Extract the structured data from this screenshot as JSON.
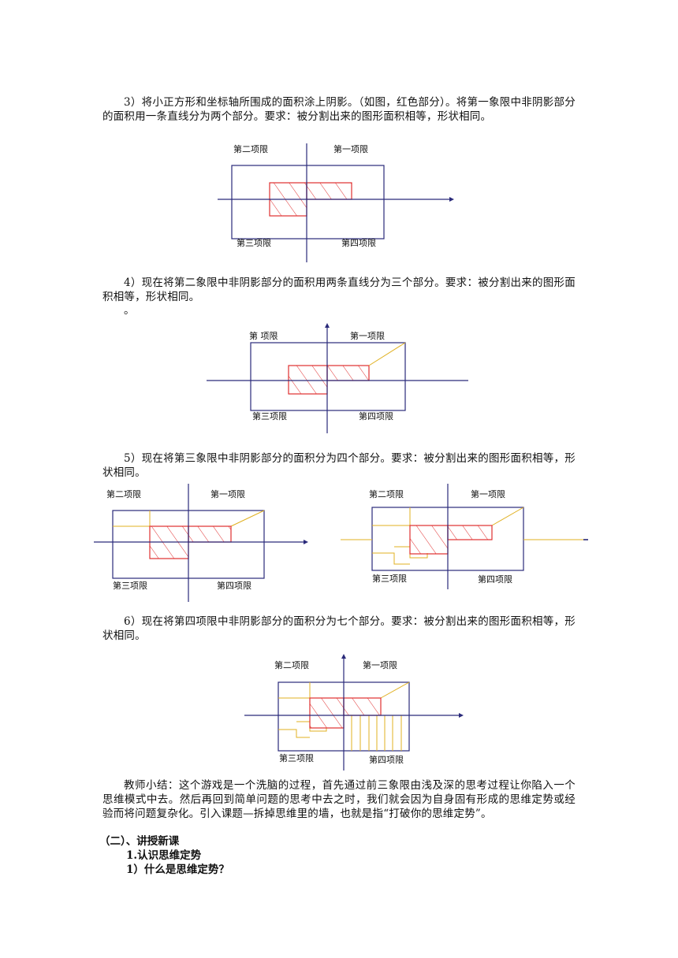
{
  "paragraphs": {
    "p3": "3）将小正方形和坐标轴所围成的面积涂上阴影。（如图，红色部分）。将第一象限中非阴影部分的面积用一条直线分为两个部分。要求：被分割出来的图形面积相等，形状相同。",
    "p4": "4）现在将第二象限中非阴影部分的面积用两条直线分为三个部分。要求：被分割出来的图形面积相等，形状相同。",
    "p4_dot": "。",
    "p5": "5）现在将第三象限中非阴影部分的面积分为四个部分。要求：被分割出来的图形面积相等，形状相同。",
    "p6": "6）现在将第四项限中非阴影部分的面积分为七个部分。要求：被分割出来的图形面积相等，形状相同。",
    "summary": "教师小结：这个游戏是一个洗脑的过程，首先通过前三象限由浅及深的思考过程让你陷入一个思维模式中去。然后再回到简单问题的思考中去之时，我们就会因为自身固有形成的思维定势或经验而将问题复杂化。引入课题—拆掉思维里的墙，也就是指“打破你的思维定势”。"
  },
  "headings": {
    "section2": "（二）、讲授新课",
    "sub1": "1.认识思维定势",
    "sub1_1": "1）什么是思维定势？"
  },
  "figures": {
    "fig1": {
      "q2": "第二项限",
      "q1": "第一项限",
      "q3": "第三项限",
      "q4": "第四项限"
    },
    "fig2": {
      "q2": "第    项限",
      "q1": "第一项限",
      "q3": "第三项限",
      "q4": "第四项限"
    },
    "fig3a": {
      "q2": "第二项限",
      "q1": "第一项限",
      "q3": "第三项限",
      "q4": "第四项限"
    },
    "fig3b": {
      "q2": "第二项限",
      "q1": "第一项限",
      "q3": "第三项限",
      "q4": "第四项限"
    },
    "fig4": {
      "q2": "第二项限",
      "q1": "第一项限",
      "q3": "第三项限",
      "q4": "第四项限"
    }
  },
  "colors": {
    "axis": "#2a2a7a",
    "shade": "#e03030",
    "divide": "#e0b020"
  }
}
